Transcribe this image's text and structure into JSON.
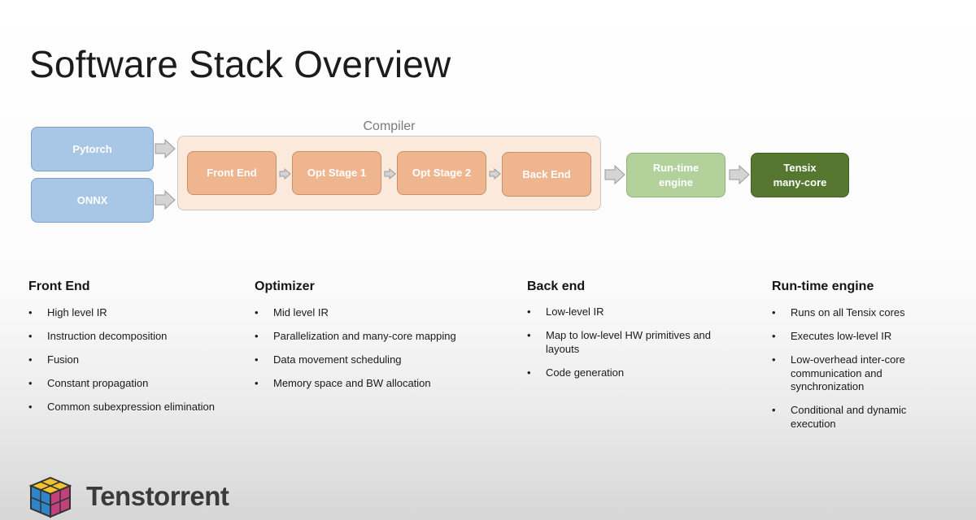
{
  "slide": {
    "title": "Software Stack Overview"
  },
  "diagram": {
    "compiler_label": "Compiler",
    "inputs": [
      "Pytorch",
      "ONNX"
    ],
    "compiler_stages": [
      "Front End",
      "Opt Stage 1",
      "Opt Stage 2",
      "Back End"
    ],
    "runtime": [
      "Run-time",
      "engine"
    ],
    "target": [
      "Tensix",
      "many-core"
    ],
    "colors": {
      "input": "#a8c6e6",
      "stage": "#eeb58f",
      "compiler_frame": "#fbe9dc",
      "runtime": "#b3d19b",
      "target": "#55772f",
      "arrow": "#d4d4d4"
    }
  },
  "columns": [
    {
      "title": "Front End",
      "items": [
        "High level IR",
        "Instruction decomposition",
        "Fusion",
        "Constant propagation",
        "Common subexpression elimination"
      ]
    },
    {
      "title": "Optimizer",
      "items": [
        "Mid level IR",
        "Parallelization and many-core mapping",
        "Data movement scheduling",
        "Memory space and BW allocation"
      ]
    },
    {
      "title": "Back end",
      "items": [
        "Low-level IR",
        "Map to low-level HW primitives and layouts",
        "Code generation"
      ]
    },
    {
      "title": "Run-time engine",
      "items": [
        "Runs on all Tensix cores",
        "Executes low-level IR",
        "Low-overhead inter-core communication and synchronization",
        "Conditional and dynamic execution"
      ]
    }
  ],
  "footer": {
    "brand": "Tenstorrent",
    "logo_icon": "tenstorrent-cube-icon"
  }
}
